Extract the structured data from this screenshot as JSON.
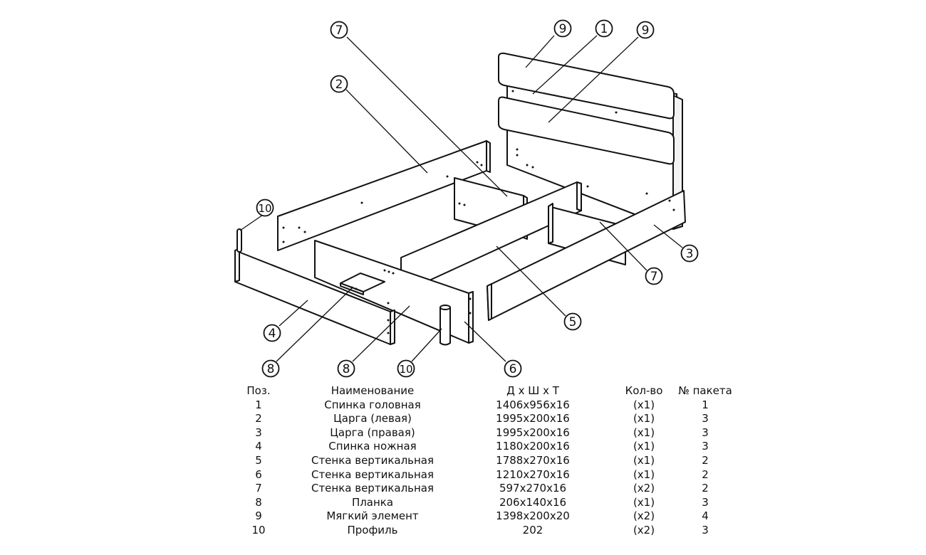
{
  "callouts": [
    {
      "id": "c7a",
      "label": "7"
    },
    {
      "id": "c2",
      "label": "2"
    },
    {
      "id": "c9a",
      "label": "9"
    },
    {
      "id": "c1",
      "label": "1"
    },
    {
      "id": "c9b",
      "label": "9"
    },
    {
      "id": "c10a",
      "label": "10"
    },
    {
      "id": "c3",
      "label": "3"
    },
    {
      "id": "c7b",
      "label": "7"
    },
    {
      "id": "c5",
      "label": "5"
    },
    {
      "id": "c4",
      "label": "4"
    },
    {
      "id": "c8a",
      "label": "8"
    },
    {
      "id": "c8b",
      "label": "8"
    },
    {
      "id": "c10b",
      "label": "10"
    },
    {
      "id": "c6",
      "label": "6"
    }
  ],
  "table": {
    "headers": [
      "Поз.",
      "Наименование",
      "Д х Ш х Т",
      "Кол-во",
      "№ пакета"
    ],
    "rows": [
      [
        "1",
        "Спинка головная",
        "1406х956х16",
        "(х1)",
        "1"
      ],
      [
        "2",
        "Царга (левая)",
        "1995х200х16",
        "(х1)",
        "3"
      ],
      [
        "3",
        "Царга (правая)",
        "1995х200х16",
        "(х1)",
        "3"
      ],
      [
        "4",
        "Спинка ножная",
        "1180х200х16",
        "(х1)",
        "3"
      ],
      [
        "5",
        "Стенка вертикальная",
        "1788х270х16",
        "(х1)",
        "2"
      ],
      [
        "6",
        "Стенка вертикальная",
        "1210х270х16",
        "(х1)",
        "2"
      ],
      [
        "7",
        "Стенка вертикальная",
        "597х270х16",
        "(х2)",
        "2"
      ],
      [
        "8",
        "Планка",
        "206х140х16",
        "(х1)",
        "3"
      ],
      [
        "9",
        "Мягкий элемент",
        "1398х200х20",
        "(х2)",
        "4"
      ],
      [
        "10",
        "Профиль",
        "202",
        "(х2)",
        "3"
      ]
    ]
  }
}
